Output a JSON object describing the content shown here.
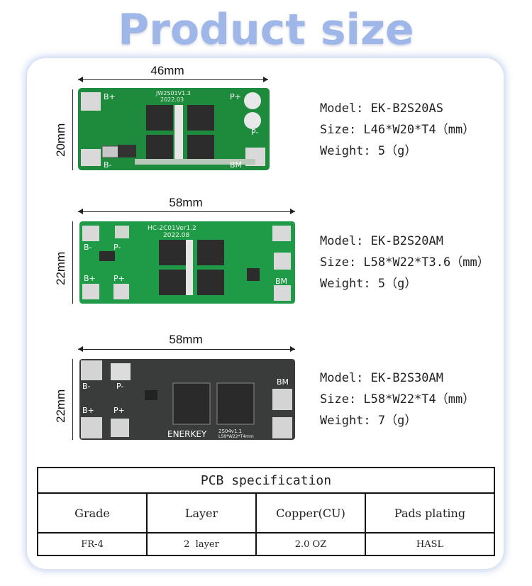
{
  "header": {
    "title": "Product size"
  },
  "products": [
    {
      "width_label": "46mm",
      "height_label": "20mm",
      "model": "Model: EK-B2S20AS",
      "size": "Size: L46*W20*T4（mm）",
      "weight": "Weight: 5（g）",
      "board": {
        "color": "#1d8a3c",
        "code": "JW2S01V1.3",
        "date": "2022.03",
        "labels": [
          "B+",
          "B-",
          "P+",
          "P-",
          "BM"
        ]
      }
    },
    {
      "width_label": "58mm",
      "height_label": "22mm",
      "model": "Model: EK-B2S20AM",
      "size": "Size: L58*W22*T3.6（mm）",
      "weight": "Weight: 5（g）",
      "board": {
        "color": "#1f9a46",
        "code": "HC-2C01Ver1.2",
        "date": "2022.08",
        "labels": [
          "B-",
          "P-",
          "B+",
          "P+",
          "BM"
        ]
      }
    },
    {
      "width_label": "58mm",
      "height_label": "22mm",
      "model": "Model: EK-B2S30AM",
      "size": "Size: L58*W22*T4（mm）",
      "weight": "Weight: 7（g）",
      "board": {
        "color": "#3a3c3b",
        "code": "2S04v1.1",
        "brand": "ENERKEY",
        "sub": "L58*W22*T4mm",
        "labels": [
          "B-",
          "P-",
          "B+",
          "P+",
          "BM"
        ]
      }
    }
  ],
  "pcb_spec": {
    "title": "PCB specification",
    "headers": [
      "Grade",
      "Layer",
      "Copper(CU)",
      "Pads plating"
    ],
    "values": [
      "FR-4",
      "2  layer",
      "2.0 OZ",
      "HASL"
    ]
  }
}
